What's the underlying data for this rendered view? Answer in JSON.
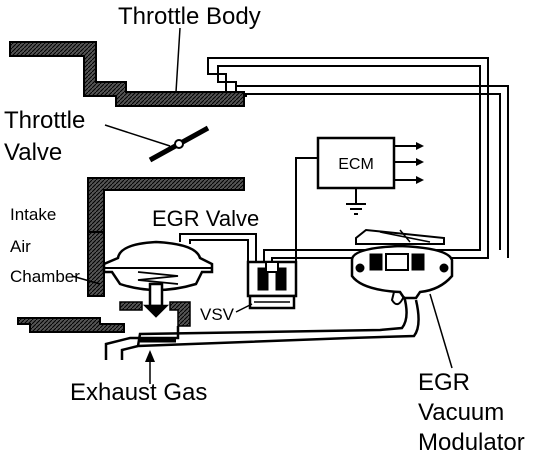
{
  "labels": {
    "throttle_body": "Throttle Body",
    "throttle_valve_line1": "Throttle",
    "throttle_valve_line2": "Valve",
    "intake_line1": "Intake",
    "intake_line2": "Air",
    "intake_line3": "Chamber",
    "egr_valve": "EGR Valve",
    "ecm": "ECM",
    "vsv": "VSV",
    "exhaust_gas": "Exhaust Gas",
    "modulator_line1": "EGR",
    "modulator_line2": "Vacuum",
    "modulator_line3": "Modulator"
  },
  "colors": {
    "ink": "#000000",
    "wall_fill": "#555555",
    "background": "#ffffff"
  }
}
